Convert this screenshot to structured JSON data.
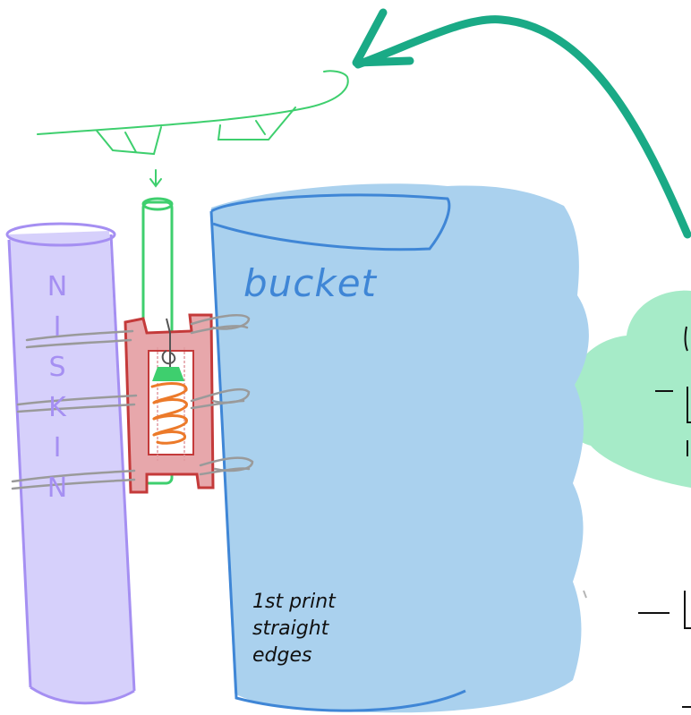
{
  "colors": {
    "niskin_fill": "#d6d0fb",
    "niskin_stroke": "#a58ff2",
    "bucket_fill": "#aad1ee",
    "bucket_stroke": "#3f86d6",
    "clip_fill": "#e7a7ab",
    "clip_stroke": "#c43a3a",
    "rod_stroke": "#3ecf6e",
    "spring": "#ec7a2a",
    "tie": "#9a9a9a",
    "arrow": "#1aaa86",
    "cloud_fill": "#a6ebc8",
    "ink": "#111111"
  },
  "labels": {
    "bucket": "bucket",
    "niskin": "NISKIN",
    "note_lines": [
      "1st print",
      "straight",
      "edges"
    ]
  },
  "icons": [
    "arrow-icon",
    "spring-icon",
    "bucket-icon",
    "niskin-bottle-icon"
  ]
}
